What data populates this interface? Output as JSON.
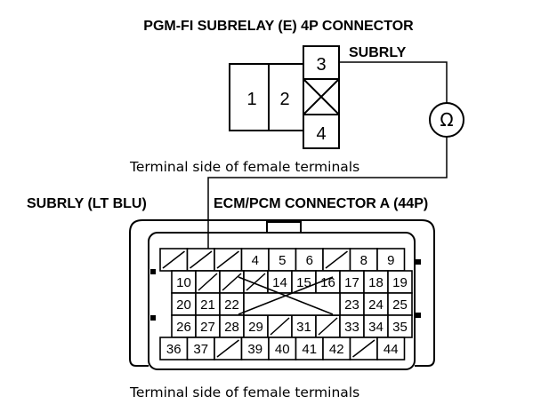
{
  "subrelay": {
    "title": "PGM-FI SUBRELAY (E) 4P CONNECTOR",
    "probe_label": "SUBRLY",
    "pins": {
      "p1": "1",
      "p2": "2",
      "p3": "3",
      "p4": "4"
    },
    "caption": "Terminal side of female terminals"
  },
  "meter": {
    "symbol": "Ω"
  },
  "ecm": {
    "wire_label": "SUBRLY (LT BLU)",
    "title": "ECM/PCM CONNECTOR A (44P)",
    "caption": "Terminal side of female terminals",
    "row1": [
      "",
      "",
      "",
      "4",
      "5",
      "6",
      "",
      "8",
      "9"
    ],
    "row2": [
      "10",
      "",
      "",
      "",
      "14",
      "15",
      "16",
      "17",
      "18",
      "19"
    ],
    "row3": [
      "20",
      "21",
      "22",
      "",
      "",
      "",
      "",
      "23",
      "24",
      "25"
    ],
    "row4": [
      "26",
      "27",
      "28",
      "29",
      "",
      "31",
      "",
      "33",
      "34",
      "35"
    ],
    "row5": [
      "36",
      "37",
      "",
      "39",
      "40",
      "41",
      "42",
      "",
      "44"
    ]
  }
}
